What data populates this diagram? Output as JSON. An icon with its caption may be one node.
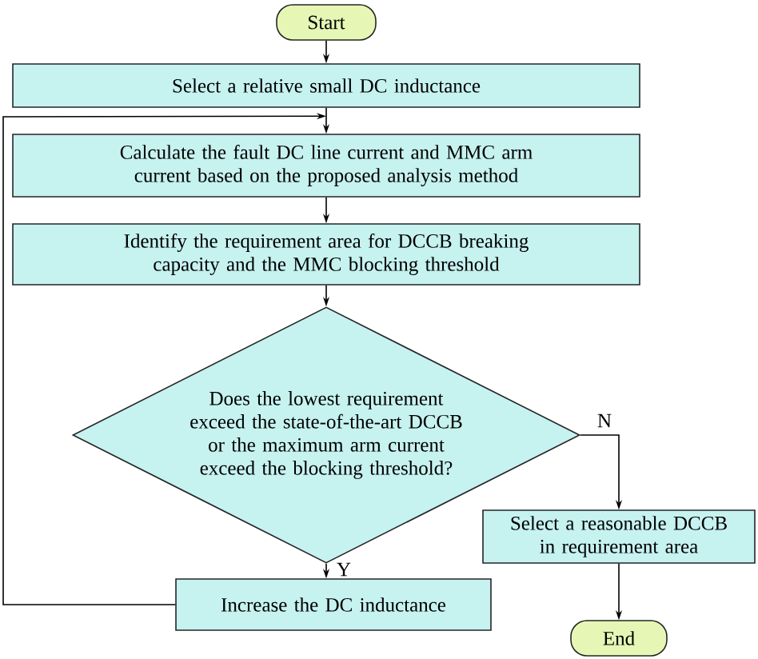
{
  "diagram": {
    "nodes": [
      {
        "text": [
          "Start"
        ]
      },
      {
        "text": [
          "Select a relative small DC inductance"
        ]
      },
      {
        "text": [
          "Calculate the fault DC line current and MMC arm current based on the proposed analysis method"
        ]
      },
      {
        "text": [
          "Identify the requirement area for DCCB breaking capacity and the MMC blocking threshold"
        ]
      },
      {
        "text": [
          "Does the lowest requirement exceed the state-of-the-art DCCB or the maximum arm current exceed the blocking threshold?"
        ]
      },
      {
        "text": [
          "Select a reasonable DCCB in requirement area"
        ]
      },
      {
        "text": [
          "Increase the DC inductance"
        ]
      },
      {
        "text": [
          "End"
        ]
      }
    ],
    "edges": [
      {
        "from": 0,
        "to": 1,
        "arrow": "to"
      },
      {
        "from": 1,
        "to": 2,
        "arrow": "to"
      },
      {
        "from": 2,
        "to": 3,
        "arrow": "to"
      },
      {
        "from": 3,
        "to": 4,
        "arrow": "to"
      },
      {
        "from": 4,
        "to": 5,
        "arrow": "to",
        "label": "N"
      },
      {
        "from": 4,
        "to": 6,
        "arrow": "to",
        "label": "Y"
      },
      {
        "from": 6,
        "to": 2,
        "arrow": "to"
      },
      {
        "from": 5,
        "to": 7,
        "arrow": "to"
      }
    ]
  }
}
